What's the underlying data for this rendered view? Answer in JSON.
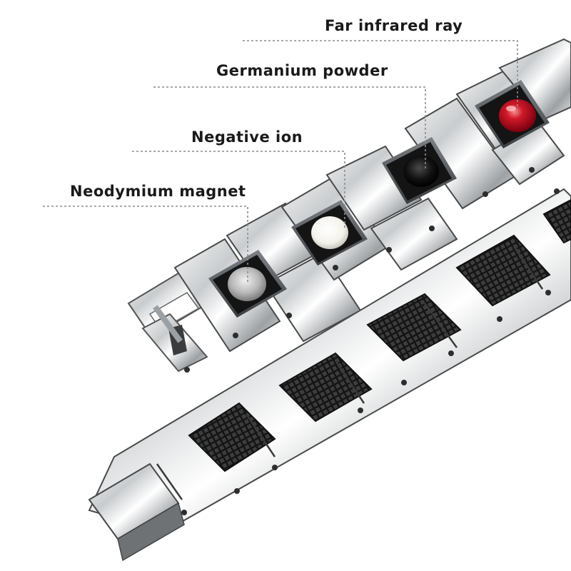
{
  "callouts": {
    "far_infrared": "Far infrared ray",
    "germanium": "Germanium powder",
    "negative_ion": "Negative ion",
    "neodymium": "Neodymium magnet"
  },
  "colors": {
    "accent_red": "#c8102e",
    "steel": "#d9dcde",
    "insert_black": "#1c1c1c",
    "leader_line": "#8c8c8c"
  }
}
